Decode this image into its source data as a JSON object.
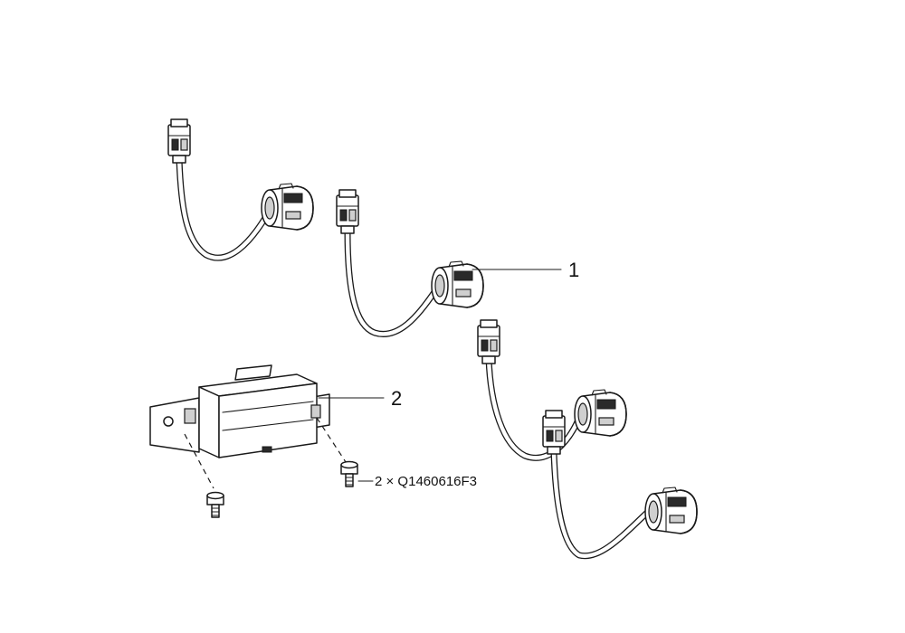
{
  "callouts": [
    {
      "number": "1"
    },
    {
      "number": "2"
    }
  ],
  "fastener_note": "2 × Q1460616F3",
  "icons": [
    "parking-sensor",
    "wiring-connector",
    "control-module",
    "bolt"
  ]
}
